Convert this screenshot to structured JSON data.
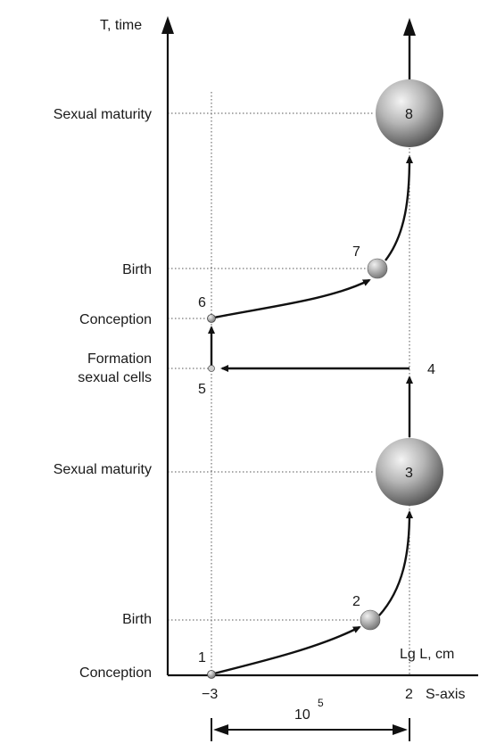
{
  "axes": {
    "y_label": "T, time",
    "x_label": "Lg L, cm",
    "s_label": "S-axis",
    "x_tick_left": "−3",
    "x_tick_right": "2",
    "span_base": "10",
    "span_exp": "5"
  },
  "levels": {
    "sexual_maturity_top": "Sexual maturity",
    "birth_top": "Birth",
    "conception_top": "Conception",
    "formation_line1": "Formation",
    "formation_line2": "sexual cells",
    "sexual_maturity_bottom": "Sexual maturity",
    "birth_bottom": "Birth",
    "conception_bottom": "Conception"
  },
  "points": {
    "p1": "1",
    "p2": "2",
    "p3": "3",
    "p4": "4",
    "p5": "5",
    "p6": "6",
    "p7": "7",
    "p8": "8"
  },
  "colors": {
    "ink": "#111111",
    "sphere_light": "#f2f2f2",
    "sphere_dark": "#555555"
  }
}
